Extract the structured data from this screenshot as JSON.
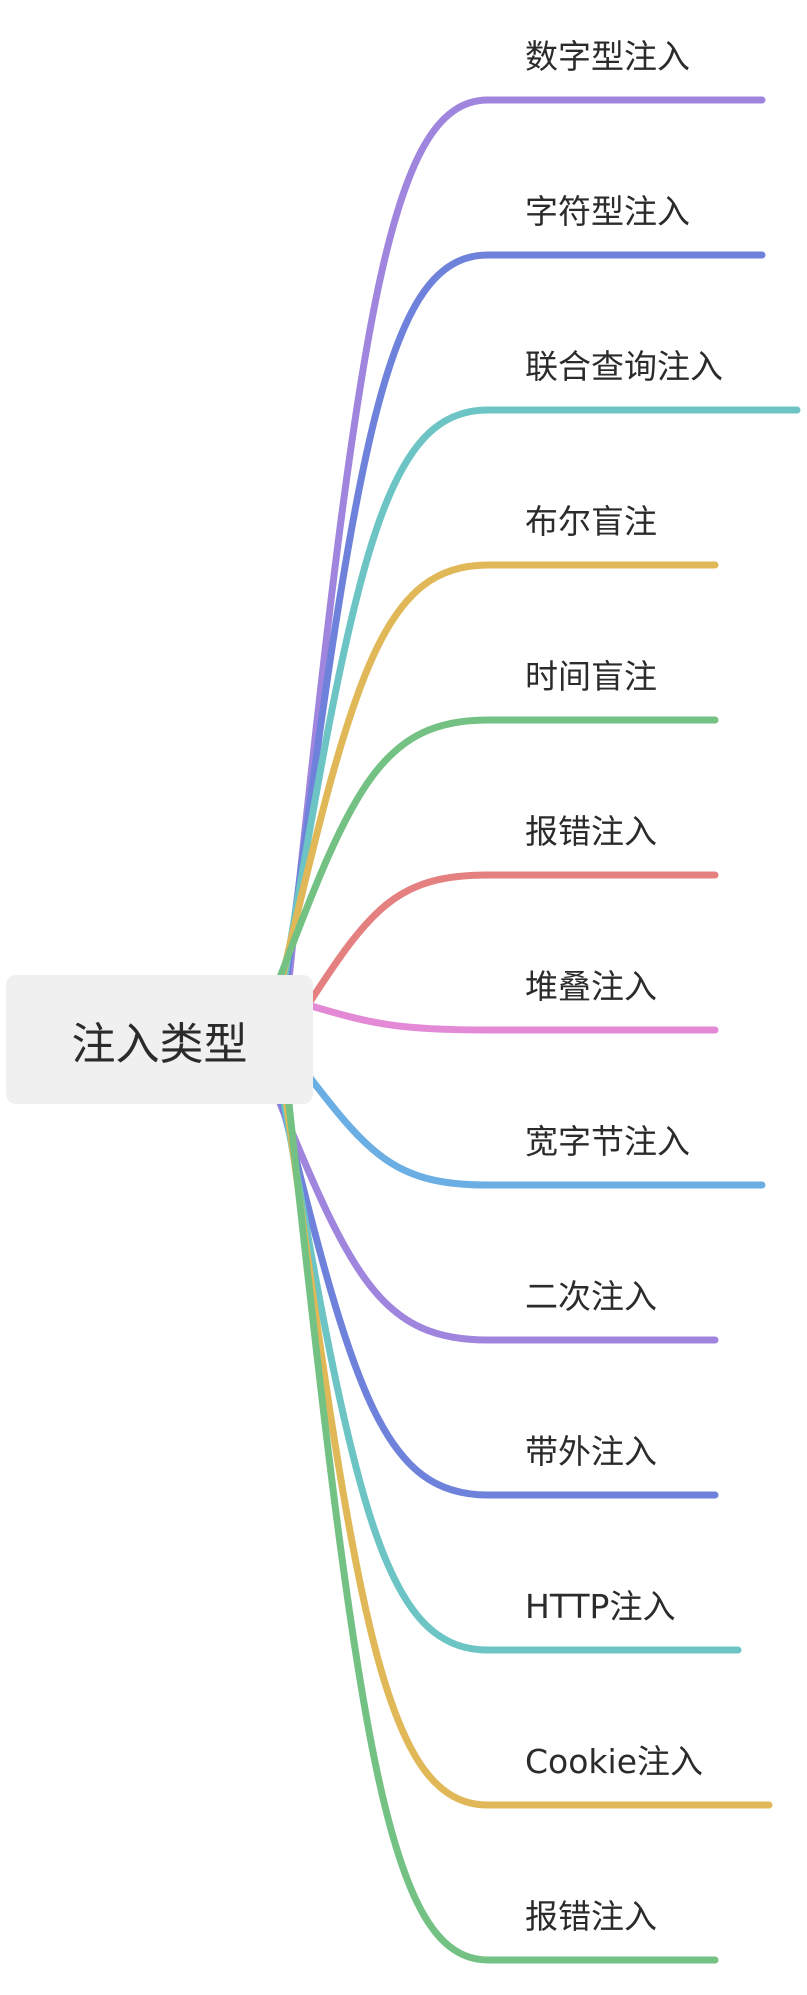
{
  "root": {
    "label": "注入类型"
  },
  "branches": [
    {
      "label": "数字型注入",
      "color": "#a085de"
    },
    {
      "label": "字符型注入",
      "color": "#6f82db"
    },
    {
      "label": "联合查询注入",
      "color": "#6cc5c4"
    },
    {
      "label": "布尔盲注",
      "color": "#e0b858"
    },
    {
      "label": "时间盲注",
      "color": "#73c284"
    },
    {
      "label": "报错注入",
      "color": "#e58080"
    },
    {
      "label": "堆叠注入",
      "color": "#e389d6"
    },
    {
      "label": "宽字节注入",
      "color": "#6aaee3"
    },
    {
      "label": "二次注入",
      "color": "#a085de"
    },
    {
      "label": "带外注入",
      "color": "#6f82db"
    },
    {
      "label": "HTTP注入",
      "color": "#6cc5c4"
    },
    {
      "label": "Cookie注入",
      "color": "#e0b858"
    },
    {
      "label": "报错注入",
      "color": "#73c284"
    }
  ]
}
